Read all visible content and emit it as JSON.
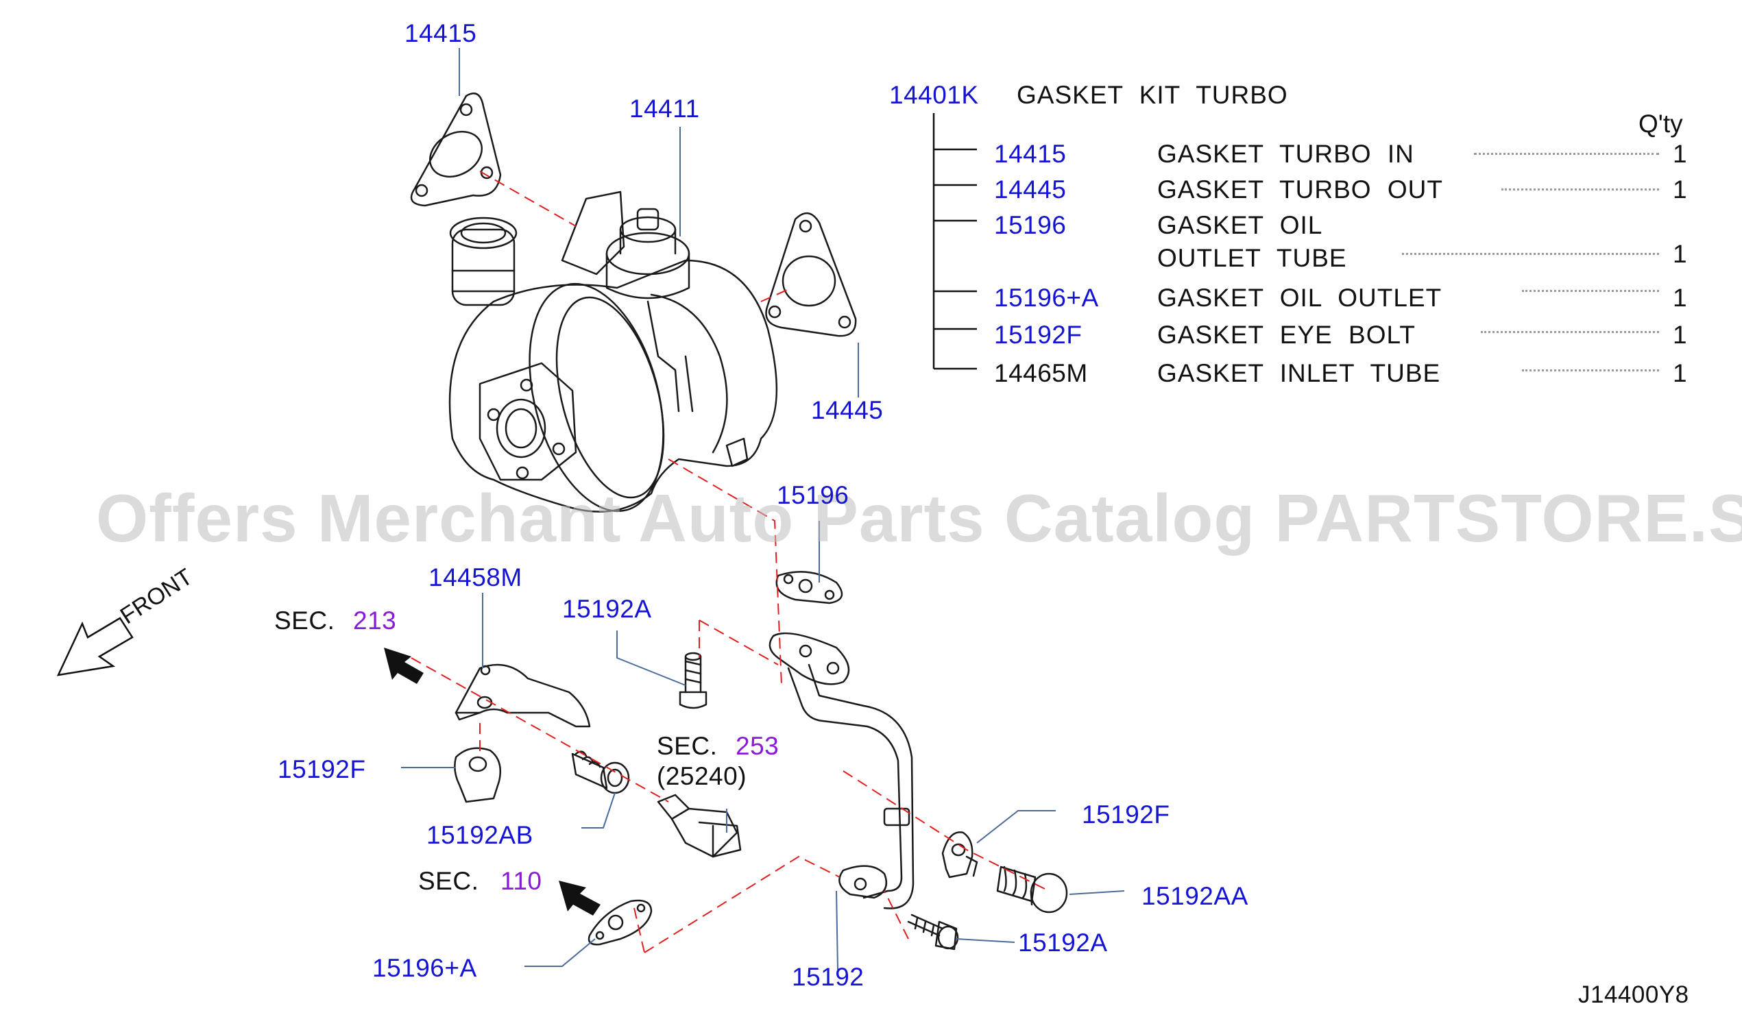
{
  "watermark": "Offers Merchant Auto Parts Catalog PARTSTORE.SA",
  "diagram_code": "J14400Y8",
  "front_label": "FRONT",
  "kit": {
    "number": "14401K",
    "name": "GASKET  KIT  TURBO",
    "qty_header": "Q'ty"
  },
  "kit_items": [
    {
      "number": "14415",
      "desc": "GASKET TURBO IN",
      "qty": "1"
    },
    {
      "number": "14445",
      "desc": "GASKET TURBO OUT",
      "qty": "1"
    },
    {
      "number": "15196",
      "desc": "GASKET OIL",
      "desc2": "OUTLET TUBE",
      "qty": "1"
    },
    {
      "number": "15196+A",
      "desc": "GASKET OIL OUTLET",
      "qty": "1"
    },
    {
      "number": "15192F",
      "desc": "GASKET EYE BOLT",
      "qty": "1"
    },
    {
      "number": "14465M",
      "desc": "GASKET INLET TUBE",
      "qty": "1"
    }
  ],
  "callouts": {
    "p14415": "14415",
    "p14411": "14411",
    "p14445": "14445",
    "p15196": "15196",
    "p14458M": "14458M",
    "p15192A_top": "15192A",
    "p15192F_left": "15192F",
    "p15192AB": "15192AB",
    "p15192F_right": "15192F",
    "p15192AA": "15192AA",
    "p15192A_bottom": "15192A",
    "p15192": "15192",
    "p15196A": "15196+A"
  },
  "sections": [
    {
      "prefix": "SEC.",
      "number": "213"
    },
    {
      "prefix": "SEC.",
      "number": "253",
      "sub": "(25240)"
    },
    {
      "prefix": "SEC.",
      "number": "110"
    }
  ],
  "colors": {
    "part_number": "#1414d2",
    "section_number": "#8a1ad6",
    "dash_line": "#e02020"
  }
}
